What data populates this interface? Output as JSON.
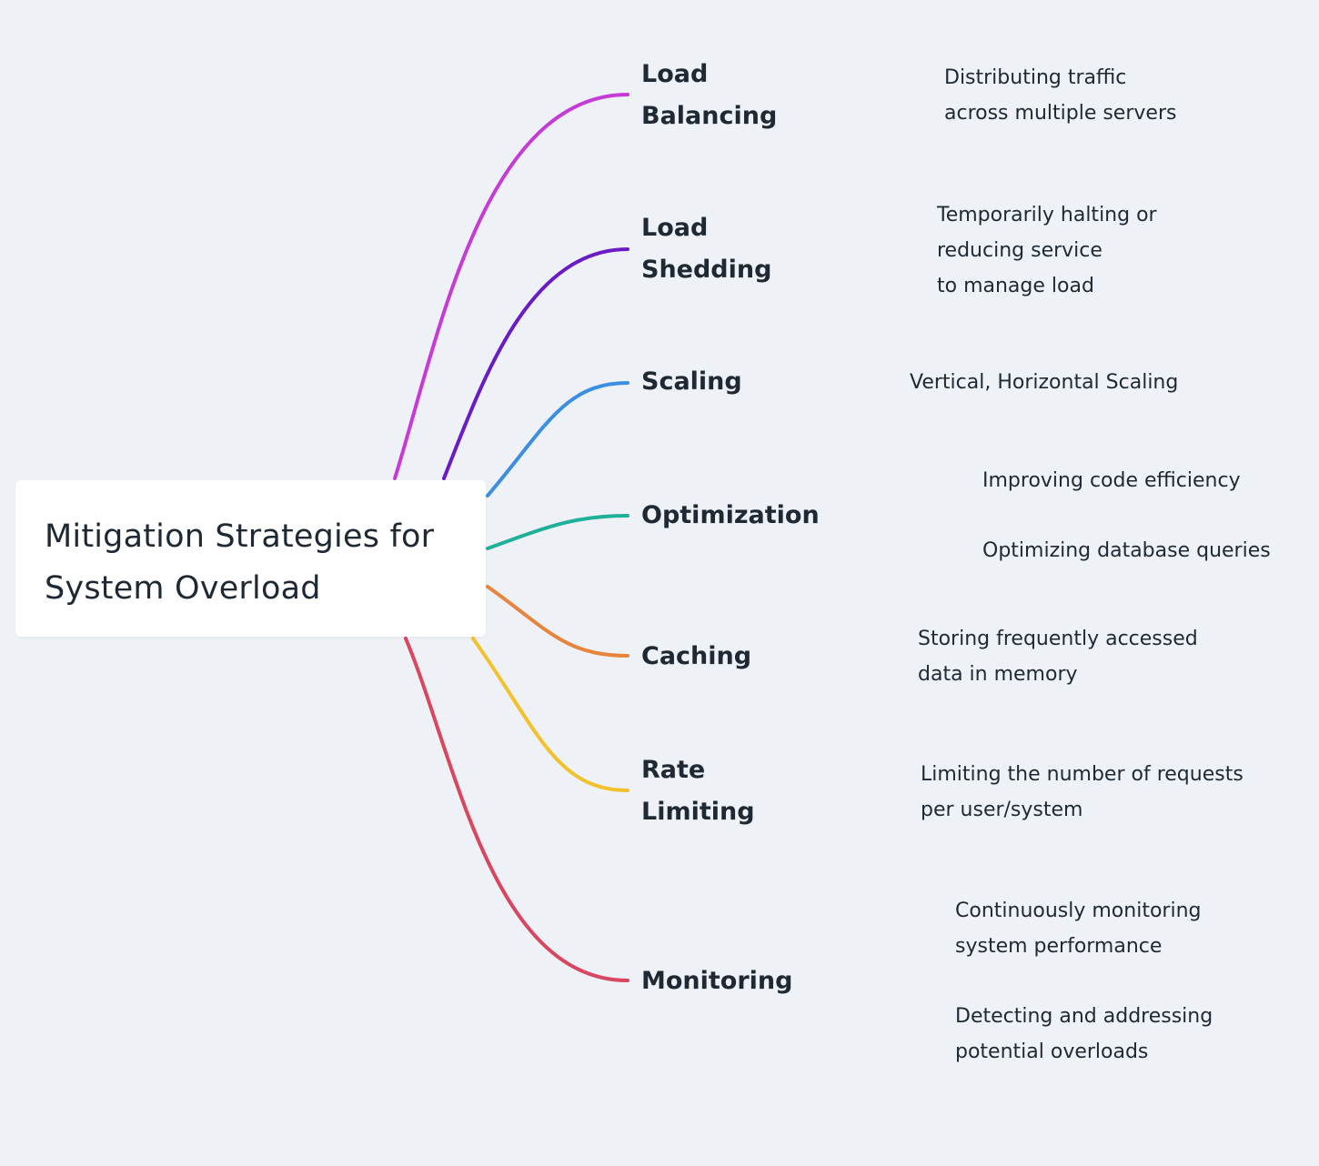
{
  "root": {
    "title": "Mitigation Strategies for\nSystem Overload"
  },
  "branches": [
    {
      "id": "load-balancing",
      "label": "Load\nBalancing",
      "color": "#c63ad6",
      "details": [
        "Distributing traffic\nacross multiple servers"
      ]
    },
    {
      "id": "load-shedding",
      "label": "Load\nShedding",
      "color": "#6a1bc4",
      "details": [
        "Temporarily halting or\nreducing service\nto manage load"
      ]
    },
    {
      "id": "scaling",
      "label": "Scaling",
      "color": "#3b8ee0",
      "details": [
        "Vertical, Horizontal Scaling"
      ]
    },
    {
      "id": "optimization",
      "label": "Optimization",
      "color": "#1fb09a",
      "details": [
        "Improving code efficiency",
        "Optimizing database queries"
      ]
    },
    {
      "id": "caching",
      "label": "Caching",
      "color": "#e8843c",
      "details": [
        "Storing frequently accessed\ndata in memory"
      ]
    },
    {
      "id": "rate-limiting",
      "label": "Rate\nLimiting",
      "color": "#f2c12e",
      "details": [
        "Limiting the number of requests\nper user/system"
      ]
    },
    {
      "id": "monitoring",
      "label": "Monitoring",
      "color": "#d9465f",
      "details": [
        "Continuously monitoring\nsystem performance",
        "Detecting and addressing\npotential overloads"
      ]
    }
  ]
}
